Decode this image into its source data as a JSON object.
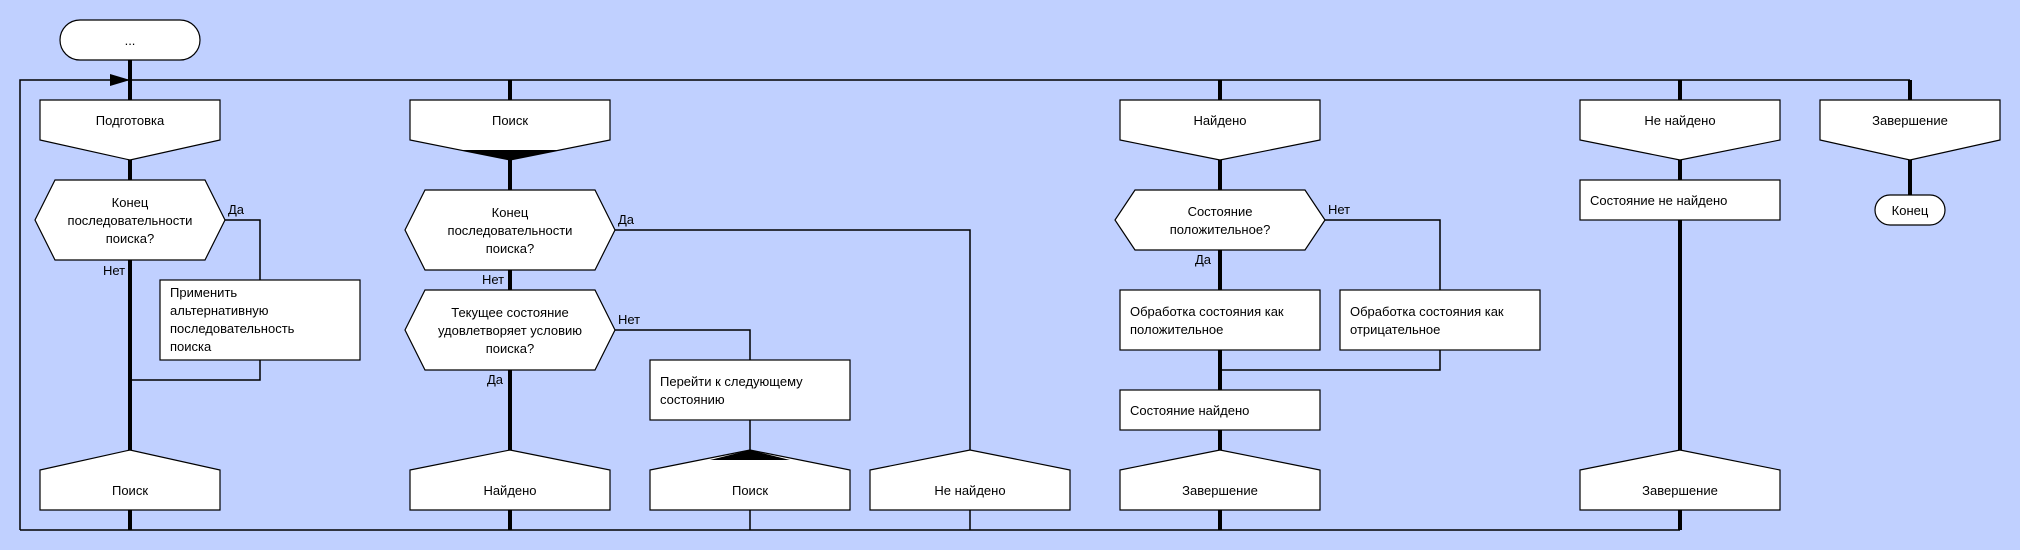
{
  "colors": {
    "background": "#C0D0FF",
    "shape_fill": "#FFFFFF",
    "stroke": "#000000"
  },
  "start": {
    "label": "..."
  },
  "columns": [
    {
      "header": "Подготовка",
      "footer": "Поиск"
    },
    {
      "header": "Поиск",
      "footer": "Найдено"
    },
    {
      "footer": "Поиск"
    },
    {
      "footer": "Не найдено"
    },
    {
      "header": "Найдено",
      "footer": "Завершение"
    },
    {
      "header": "Не найдено",
      "footer": "Завершение"
    },
    {
      "header": "Завершение"
    }
  ],
  "nodes": {
    "c1_decision": [
      "Конец",
      "последовательности",
      "поиска?"
    ],
    "c1_process": [
      "Применить",
      "альтернативную",
      "последовательность",
      "поиска"
    ],
    "c2_decision1": [
      "Конец",
      "последовательности",
      "поиска?"
    ],
    "c2_decision2": [
      "Текущее состояние",
      "удовлетворяет условию",
      "поиска?"
    ],
    "c3_process": [
      "Перейти к следующему",
      "состоянию"
    ],
    "c5_decision": [
      "Состояние",
      "положительное?"
    ],
    "c5_process_pos": [
      "Обработка состояния как",
      "положительное"
    ],
    "c5_process_neg": [
      "Обработка состояния как",
      "отрицательное"
    ],
    "c5_process_found": [
      "Состояние найдено"
    ],
    "c6_process": [
      "Состояние не найдено"
    ],
    "end": "Конец"
  },
  "branch_labels": {
    "c1_yes": "Да",
    "c1_no": "Нет",
    "c2d1_yes": "Да",
    "c2d1_no": "Нет",
    "c2d2_no": "Нет",
    "c2d2_yes": "Да",
    "c5_no": "Нет",
    "c5_yes": "Да"
  }
}
